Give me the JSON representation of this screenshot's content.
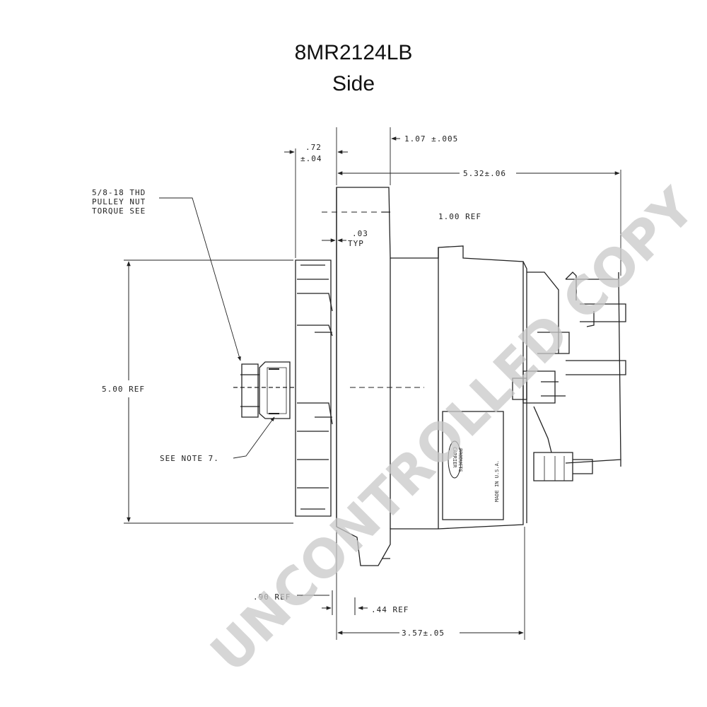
{
  "title": "8MR2124LB",
  "subtitle": "Side",
  "watermark": "UNCONTROLLED COPY",
  "dimensions": {
    "d072": ".72",
    "d072_tol": "±.04",
    "d107": "1.07 ±.005",
    "d532": "5.32±.06",
    "d100": "1.00 REF",
    "d03": ".03",
    "d03_typ": "TYP",
    "d500": "5.00 REF",
    "d90": ".90 REF",
    "d44": ".44 REF",
    "d357": "3.57±.05"
  },
  "notes": {
    "thread_1": "5/8-18 THD",
    "thread_2": "PULLEY NUT",
    "thread_3": "TORQUE SEE",
    "see_note": "SEE NOTE 7."
  },
  "nameplate": {
    "brand_1": "CARRIER",
    "brand_2": "PRODUCTS",
    "made_in": "MADE IN U.S.A."
  },
  "colors": {
    "line": "#222222",
    "watermark": "#c9c9c9"
  }
}
